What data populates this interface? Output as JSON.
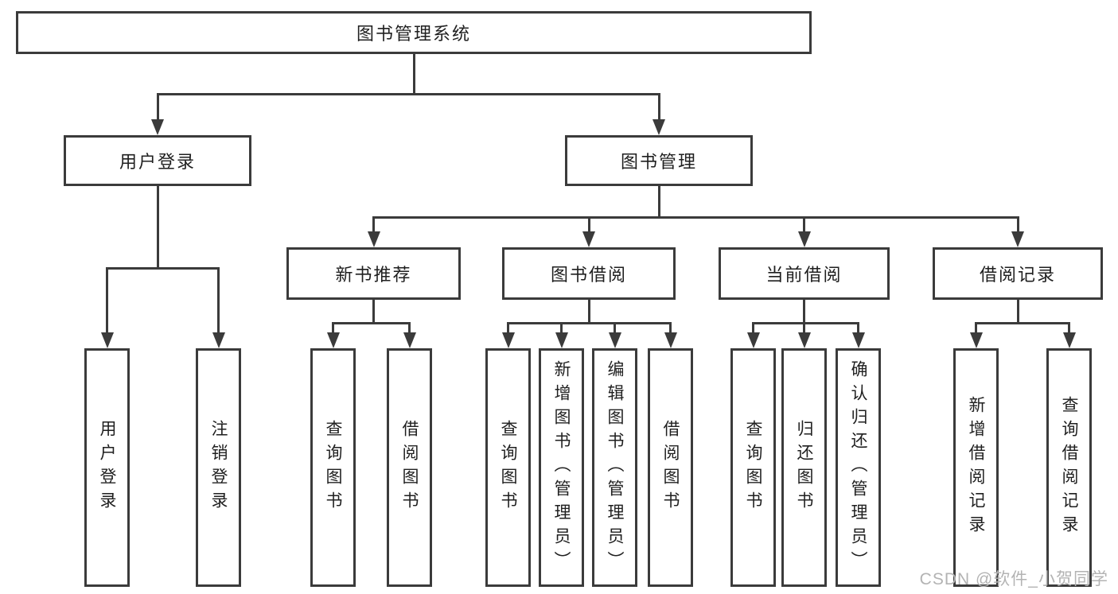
{
  "diagram": {
    "root": "图书管理系统",
    "login": {
      "label": "用户登录",
      "leaves": [
        "用户登录",
        "注销登录"
      ]
    },
    "manage": {
      "label": "图书管理",
      "groups": [
        {
          "label": "新书推荐",
          "leaves": [
            "查询图书",
            "借阅图书"
          ]
        },
        {
          "label": "图书借阅",
          "leaves": [
            "查询图书",
            "新增图书（管理员）",
            "编辑图书（管理员）",
            "借阅图书"
          ]
        },
        {
          "label": "当前借阅",
          "leaves": [
            "查询图书",
            "归还图书",
            "确认归还（管理员）"
          ]
        },
        {
          "label": "借阅记录",
          "leaves": [
            "新增借阅记录",
            "查询借阅记录"
          ]
        }
      ]
    }
  },
  "watermark": "CSDN @软件_小贺同学",
  "colors": {
    "line": "#3b3b3b",
    "text": "#1f1f1f",
    "watermark": "#b3b3b3",
    "background": "#ffffff"
  }
}
